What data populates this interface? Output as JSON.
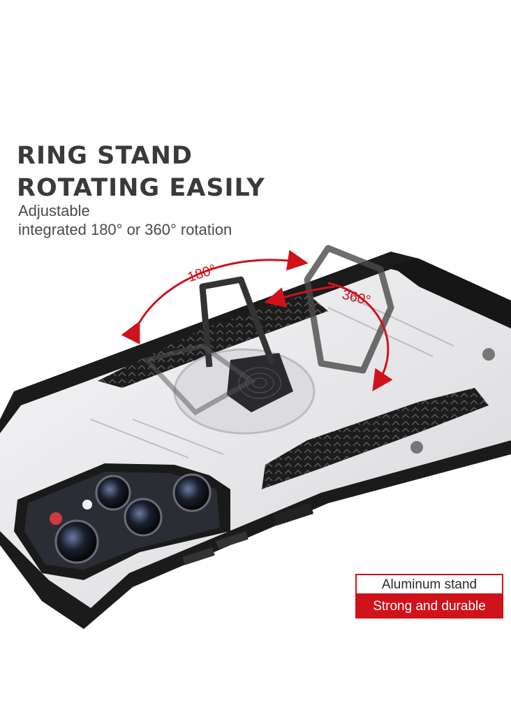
{
  "headline": {
    "line1": "RING STAND",
    "line2": "ROTATING EASILY"
  },
  "subtitle": {
    "line1": "Adjustable",
    "line2": "integrated 180° or 360° rotation"
  },
  "angles": {
    "a180": "180°",
    "a360": "360°"
  },
  "badge": {
    "top": "Aluminum stand",
    "bottom": "Strong and durable"
  },
  "colors": {
    "accent": "#d0121b",
    "text": "#3a3a3a",
    "case_body": "#e9e9ec",
    "case_grip": "#1c1c1c"
  }
}
